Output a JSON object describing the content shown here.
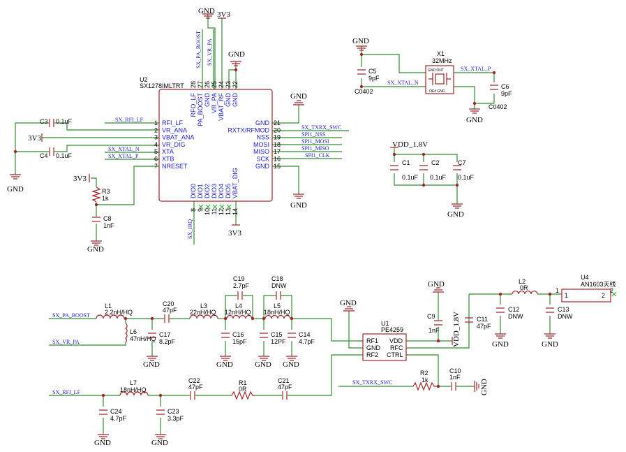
{
  "colors": {
    "wire": "#2e8b2e",
    "body": "#a0262a",
    "pin_text": "#1c1ccc",
    "text": "#000000"
  },
  "power": {
    "gnd": "GND",
    "v3v3": "3V3",
    "vdd18": "VDD_1.8V"
  },
  "u2": {
    "ref": "U2",
    "part": "SX1278IMLTRT",
    "left_pins": [
      [
        "RFI_LF",
        "1"
      ],
      [
        "VR_ANA",
        "2"
      ],
      [
        "VBAT_ANA",
        "3"
      ],
      [
        "VR_DIG",
        "4"
      ],
      [
        "XTA",
        "5"
      ],
      [
        "XTB",
        "6"
      ],
      [
        "NRESET",
        "7"
      ]
    ],
    "right_pins": [
      [
        "GND",
        "21"
      ],
      [
        "RXTX/RFMOD",
        "20"
      ],
      [
        "NSS",
        "19"
      ],
      [
        "MOSI",
        "18"
      ],
      [
        "MISO",
        "17"
      ],
      [
        "SCK",
        "16"
      ],
      [
        "GND",
        "15"
      ]
    ],
    "top_pins": [
      [
        "RFO_LF",
        "28"
      ],
      [
        "PA_BOOST",
        "27"
      ],
      [
        "GND",
        "26"
      ],
      [
        "VR_PA",
        "25"
      ],
      [
        "VBAT_RF",
        "24"
      ],
      [
        "GND",
        "23"
      ],
      [
        "GND",
        "22"
      ]
    ],
    "bottom_pins": [
      [
        "DIO0",
        "8"
      ],
      [
        "DIO1",
        "9"
      ],
      [
        "DIO2",
        "10"
      ],
      [
        "DIO3",
        "11"
      ],
      [
        "DIO4",
        "12"
      ],
      [
        "DIO5",
        "13"
      ],
      [
        "VBAT_DIG",
        "14"
      ]
    ]
  },
  "nets": {
    "pa_boost": "SX_PA_BOOST",
    "vr_pa": "SX_VR_PA",
    "rfi_lf": "SX_RFI_LF",
    "xtal_n": "SX_XTAL_N",
    "xtal_p": "SX_XTAL_P",
    "txrx": "SX_TXRX_SWC",
    "nss": "SPI1_NSS",
    "mosi": "SPI1_MOSI",
    "miso": "SPI1_MISO",
    "clk": "SPI1_CLK",
    "irq": "SX_IRQ"
  },
  "x1": {
    "ref": "X1",
    "value": "32MHz",
    "pin_top": "GND OUT",
    "pin_bot": "OE# GND"
  },
  "caps": {
    "c1": [
      "C1",
      "0.1uF"
    ],
    "c2": [
      "C2",
      "0.1uF"
    ],
    "c3": [
      "C3",
      "0.1uF"
    ],
    "c4": [
      "C4",
      "0.1uF"
    ],
    "c5": [
      "C5",
      "9pF"
    ],
    "c6": [
      "C6",
      "9pF"
    ],
    "c7": [
      "C7",
      "0.1uF"
    ],
    "c8": [
      "C8",
      "1nF"
    ],
    "c9": [
      "C9",
      "1nF"
    ],
    "c10": [
      "C10",
      "1nF"
    ],
    "c11": [
      "C11",
      "47pF"
    ],
    "c12": [
      "C12",
      "DNW"
    ],
    "c13": [
      "C13",
      "DNW"
    ],
    "c14": [
      "C14",
      "4.7pF"
    ],
    "c15": [
      "C15",
      "12PF"
    ],
    "c16": [
      "C16",
      "15pF"
    ],
    "c17": [
      "C17",
      "8.2pF"
    ],
    "c18": [
      "C18",
      "DNW"
    ],
    "c19": [
      "C19",
      "2.7pF"
    ],
    "c20": [
      "C20",
      "47pF"
    ],
    "c21": [
      "C21",
      "47pF"
    ],
    "c22": [
      "C22",
      "47pF"
    ],
    "c23": [
      "C23",
      "3.3pF"
    ],
    "c24": [
      "C24",
      "4.7pF"
    ],
    "c0402": "C0402"
  },
  "inductors": {
    "l1": [
      "L1",
      "2.2nH/HQ"
    ],
    "l2": [
      "L2",
      "0R"
    ],
    "l3": [
      "L3",
      "22nH/HQ"
    ],
    "l4": [
      "L4",
      "12nH/HQ"
    ],
    "l5": [
      "L5",
      "18nH/HQ"
    ],
    "l6": [
      "L6",
      "47nH/HQ"
    ],
    "l7": [
      "L7",
      "18nH/HQ"
    ]
  },
  "resistors": {
    "r1": [
      "R1",
      "0R"
    ],
    "r2": [
      "R2",
      "1k"
    ],
    "r3": [
      "R3",
      "1k"
    ]
  },
  "u1": {
    "ref": "U1",
    "part": "PE4259",
    "pins_left": [
      "RF1",
      "GND",
      "RF2"
    ],
    "pins_right": [
      "VDD",
      "RFC",
      "CTRL"
    ]
  },
  "u4": {
    "ref": "U4",
    "part": "AN1603天线",
    "pin1": "1",
    "pin2": "2"
  }
}
